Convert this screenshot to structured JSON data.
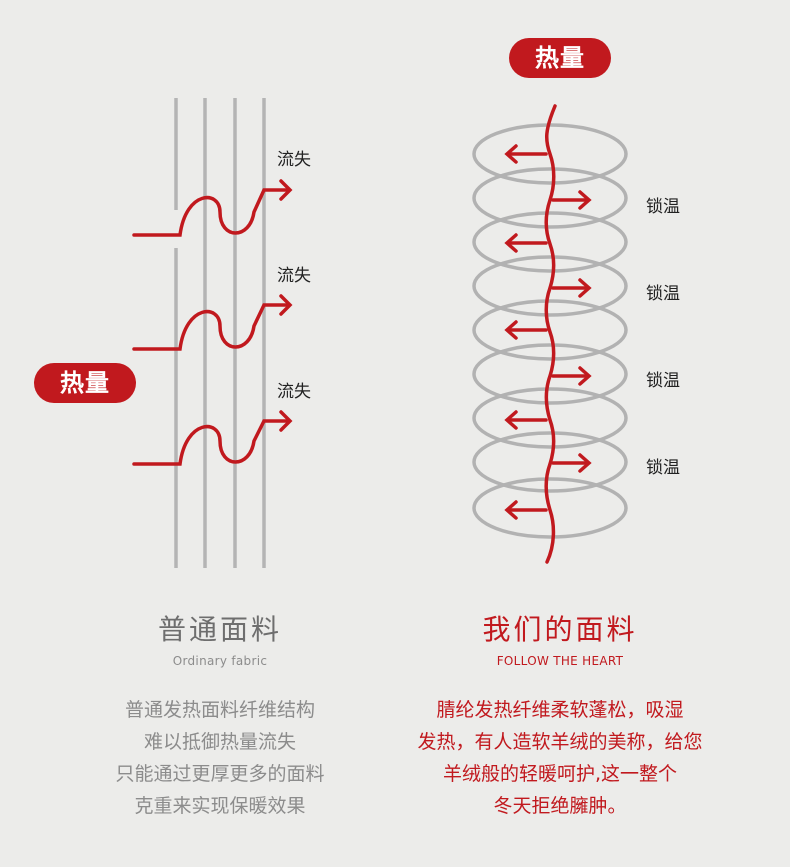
{
  "colors": {
    "accent": "#c1191e",
    "fiber_gray": "#b4b4b4",
    "text_dark": "#222222",
    "text_gray": "#8c8c8c",
    "background": "#ececea"
  },
  "left": {
    "heat_badge": "热量",
    "loss_labels": [
      "流失",
      "流失",
      "流失"
    ],
    "title": "普通面料",
    "subtitle": "Ordinary fabric",
    "description": [
      "普通发热面料纤维结构",
      "难以抵御热量流失",
      "只能通过更厚更多的面料",
      "克重来实现保暖效果"
    ]
  },
  "right": {
    "heat_badge": "热量",
    "lock_labels": [
      "锁温",
      "锁温",
      "锁温",
      "锁温"
    ],
    "title": "我们的面料",
    "subtitle": "FOLLOW THE HEART",
    "description": [
      "腈纶发热纤维柔软蓬松，吸湿",
      "发热，有人造软羊绒的美称，给您",
      "羊绒般的轻暖呵护,这一整个",
      "冬天拒绝臃肿。"
    ]
  }
}
